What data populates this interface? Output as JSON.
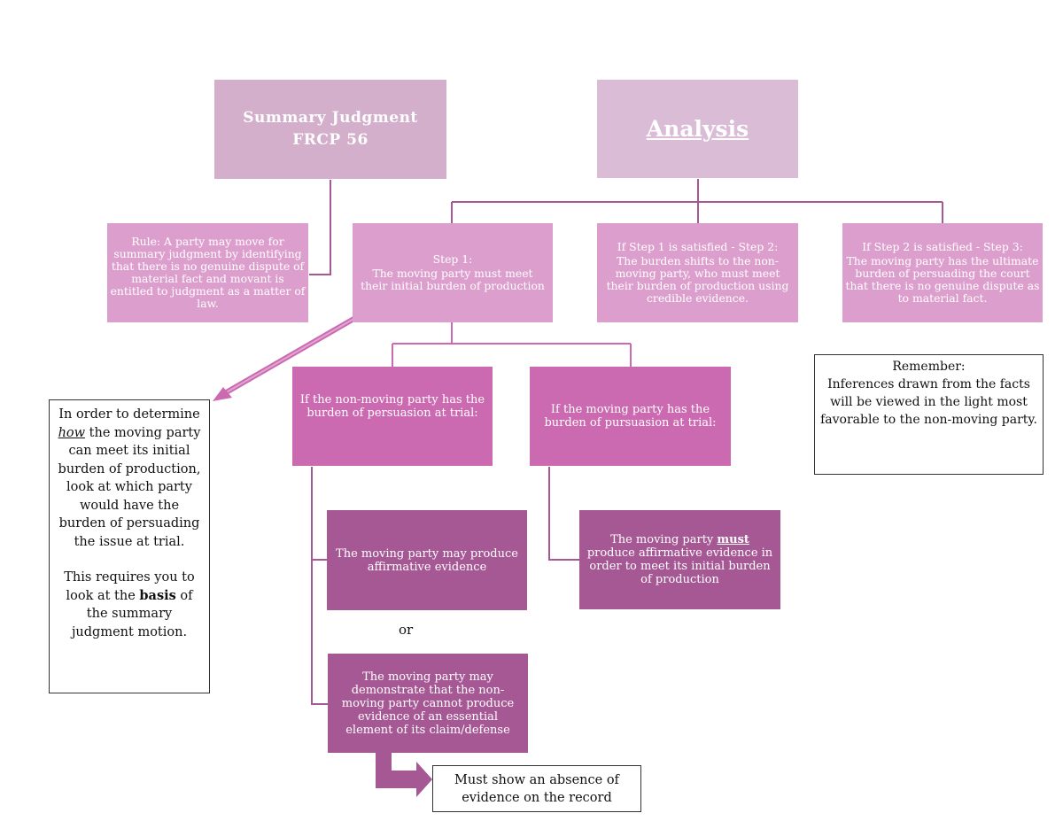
{
  "title_box": {
    "line1": "Summary Judgment",
    "line2": "FRCP 56"
  },
  "analysis_box": {
    "label": "Analysis"
  },
  "rule_box": {
    "text": "Rule: A party may move for summary judgment by identifying that there is no genuine dispute of material fact and movant is entitled to judgment as a matter of law."
  },
  "step1": {
    "heading": "Step 1:",
    "text": "The moving party must meet their initial burden of production"
  },
  "step2": {
    "heading": "If Step 1 is satisfied - Step 2:",
    "text": "The burden shifts to the non-moving party, who must meet their burden of production using credible evidence."
  },
  "step3": {
    "heading": "If Step 2 is satisfied - Step 3:",
    "text": "The moving party has the ultimate burden of persuading the court that there is no genuine dispute as to material fact."
  },
  "branch_nonmoving": {
    "text": "If the non-moving party has the burden of persuasion at trial:"
  },
  "branch_moving": {
    "text": "If the moving party has the burden of pursuasion at trial:"
  },
  "option_affirmative": {
    "text": "The moving party may produce affirmative evidence"
  },
  "option_or": "or",
  "option_demonstrate": {
    "text": "The moving party may demonstrate that the non-moving party cannot produce evidence of an essential element of its claim/defense"
  },
  "must_box": {
    "before": "The moving party ",
    "emph": "must",
    "after": " produce affirmative evidence in order to meet its initial burden of production"
  },
  "absence_box": {
    "text": "Must show an absence of evidence on the record"
  },
  "left_note": {
    "p1_before": "In order to determine ",
    "p1_emph": "how",
    "p1_after": " the moving party can meet its initial burden of production, look at which party would have the burden of persuading the issue at trial.",
    "p2_before": "This requires you to look at the ",
    "p2_emph": "basis",
    "p2_after": " of the summary judgment motion."
  },
  "remember_box": {
    "heading": "Remember:",
    "text": "Inferences drawn from the facts will be viewed in the light most favorable to the non-moving party."
  },
  "colors": {
    "level1": "#d4afcc",
    "level2": "#dc9fcd",
    "level3": "#cb6ab0",
    "level4": "#a55894",
    "connector": "#a55894"
  }
}
